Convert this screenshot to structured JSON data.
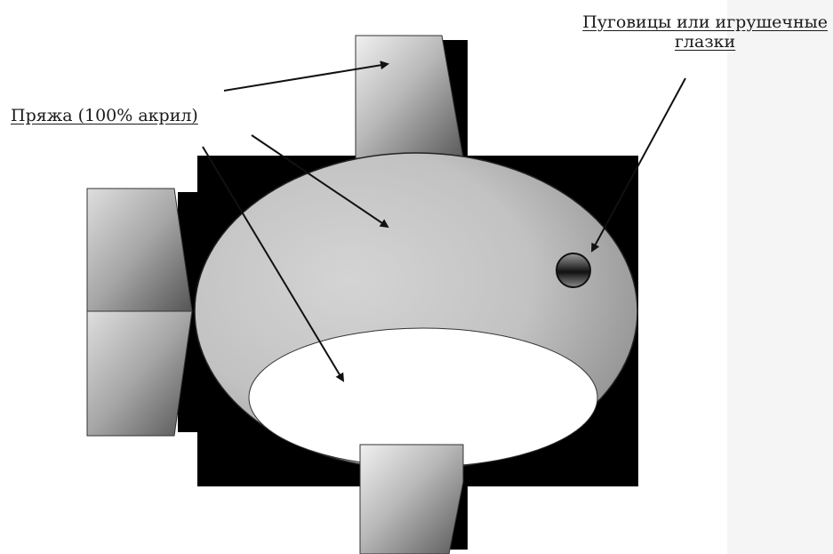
{
  "labels": {
    "yarn": "Пряжа (100% акрил)",
    "buttons_line1": "Пуговицы или игрушечные",
    "buttons_line2": "глазки"
  },
  "colors": {
    "shadow": "#000000",
    "panel": "#f5f5f5"
  }
}
